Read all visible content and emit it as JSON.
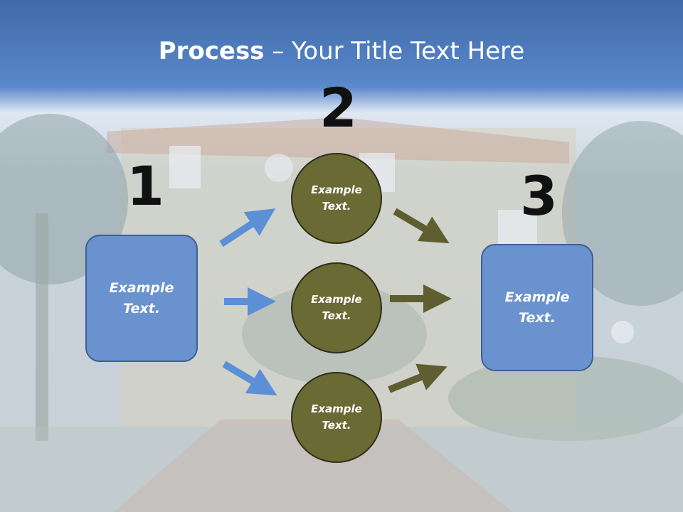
{
  "title": {
    "bold": "Process",
    "rest": " – Your Title Text Here"
  },
  "steps": {
    "one": "1",
    "two": "2",
    "three": "3"
  },
  "left_box": "Example\nText.",
  "right_box": "Example\nText.",
  "circles": [
    "Example\nText.",
    "Example\nText.",
    "Example\nText."
  ],
  "colors": {
    "header": "#4f7fc4",
    "box": "#6a92cf",
    "circle": "#6a6a34",
    "blue_arrow": "#5b8fd6",
    "olive_arrow": "#5e5e30"
  }
}
